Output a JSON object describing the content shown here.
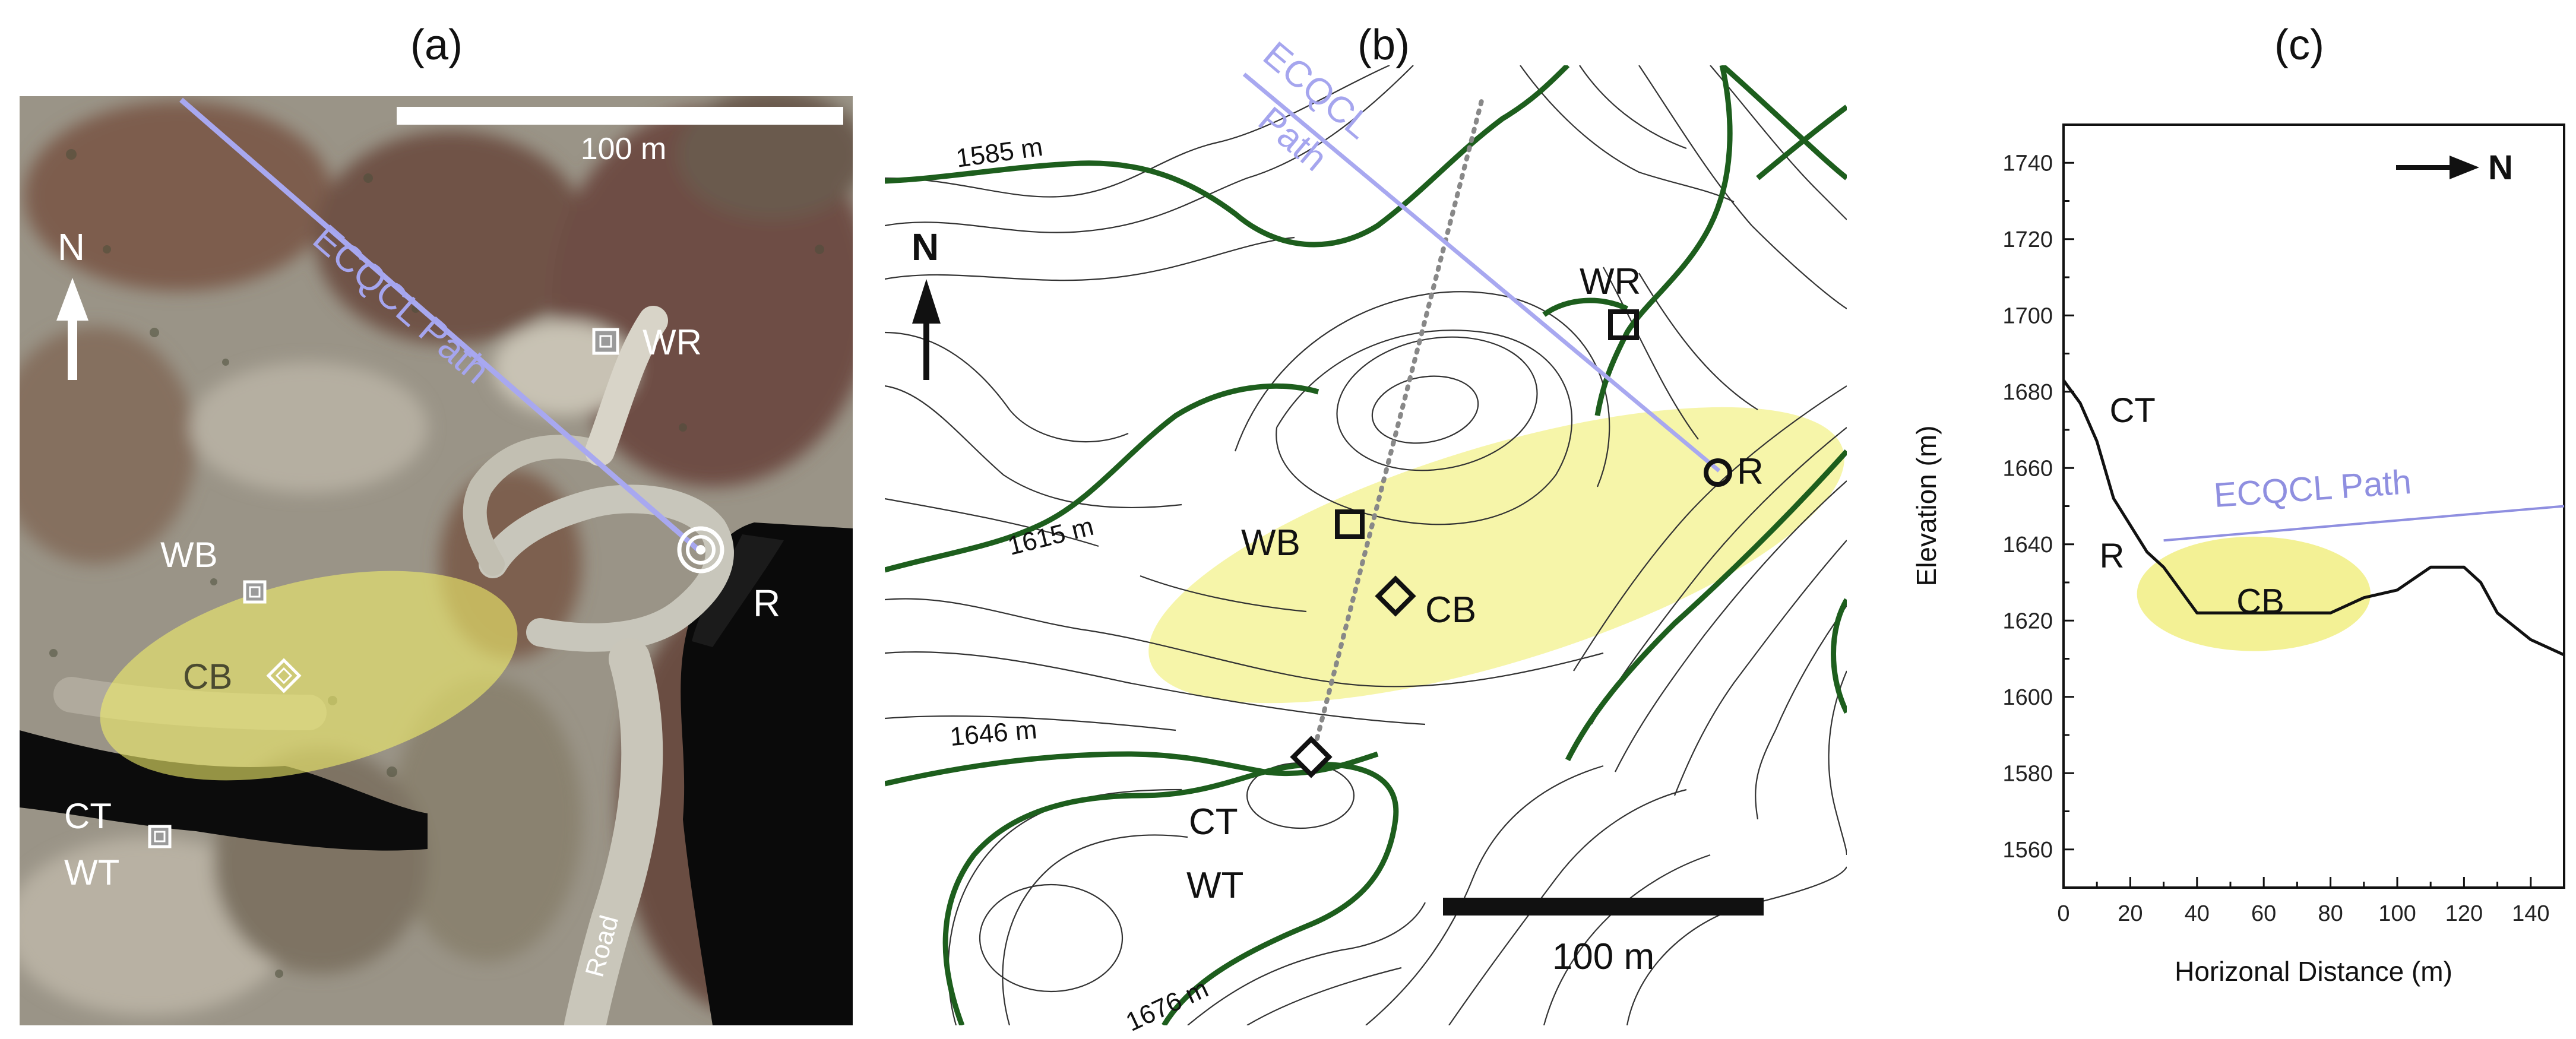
{
  "panels": {
    "a": {
      "label": "(a)",
      "scale_label": "100 m",
      "north_label": "N",
      "path_label": "ECQCL Path",
      "sites": {
        "wr": "WR",
        "r": "R",
        "wb": "WB",
        "cb": "CB",
        "ct": "CT",
        "wt": "WT"
      },
      "road_label": "Road"
    },
    "b": {
      "label": "(b)",
      "north_label": "N",
      "path_label_line1": "ECQCL",
      "path_label_line2": "Path",
      "contours": {
        "c1": "1585 m",
        "c2": "1615 m",
        "c3": "1646 m",
        "c4": "1676 m"
      },
      "sites": {
        "wr": "WR",
        "r": "R",
        "wb": "WB",
        "cb": "CB",
        "ct": "CT",
        "wt": "WT"
      },
      "scale_label": "100 m"
    },
    "c": {
      "label": "(c)"
    }
  },
  "chart_data": {
    "type": "line",
    "xlabel": "Horizonal Distance (m)",
    "ylabel": "Elevation (m)",
    "xlim": [
      0,
      150
    ],
    "ylim": [
      1550,
      1750
    ],
    "xticks": [
      0,
      20,
      40,
      60,
      80,
      100,
      120,
      140
    ],
    "yticks": [
      1560,
      1580,
      1600,
      1620,
      1640,
      1660,
      1680,
      1700,
      1720,
      1740
    ],
    "north_label": "N",
    "series": [
      {
        "name": "",
        "color": "#111111",
        "x": [
          0,
          5,
          10,
          15,
          20,
          25,
          30,
          35,
          40,
          60,
          80,
          90,
          100,
          110,
          120,
          125,
          130,
          140,
          150
        ],
        "y": [
          1683,
          1677,
          1667,
          1652,
          1645,
          1638,
          1634,
          1628,
          1622,
          1622,
          1622,
          1626,
          1628,
          1634,
          1634,
          1630,
          1622,
          1615,
          1611
        ]
      },
      {
        "name": "ECQCL Path",
        "color": "#8f8fe0",
        "x": [
          30,
          150
        ],
        "y": [
          1641,
          1650
        ]
      }
    ],
    "annotations": [
      {
        "text": "CT",
        "x": 12,
        "y": 1672
      },
      {
        "text": "R",
        "x": 20,
        "y": 1634
      },
      {
        "text": "ECQCL Path",
        "x": 75,
        "y": 1650
      },
      {
        "text": "CB",
        "x": 59,
        "y": 1622
      }
    ],
    "colors": {
      "path": "#8f8fe0",
      "cb_zone": "#f2ef8a",
      "contour_major": "#1d5e1d",
      "contour_minor": "#333333"
    }
  }
}
